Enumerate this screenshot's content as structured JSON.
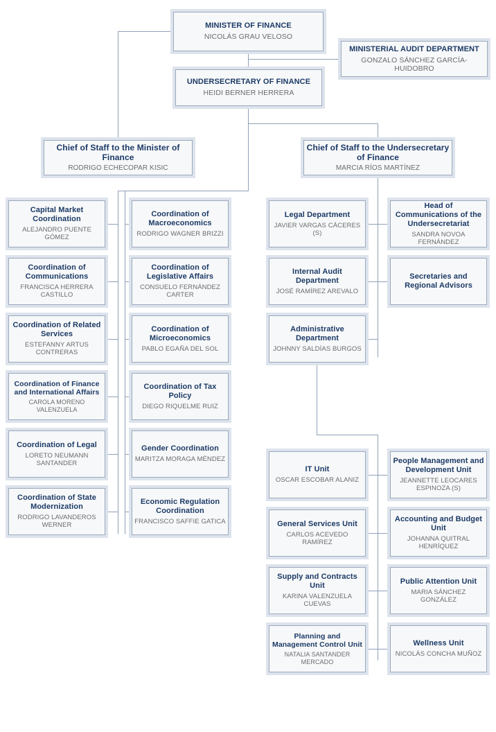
{
  "meta": {
    "document_kind": "organization-chart",
    "colors": {
      "box_fill": "#f7f8f9",
      "box_border": "#9aa9bd",
      "box_halo": "#dde3ec",
      "title_text": "#1b3a66",
      "person_text": "#6b6b6b",
      "connector": "#8fa0b8",
      "page_background": "#ffffff"
    }
  },
  "nodes": {
    "minister": {
      "title": "MINISTER OF FINANCE",
      "person": "NICOLÁS GRAU VELOSO"
    },
    "ministerial_audit": {
      "title": "MINISTERIAL AUDIT DEPARTMENT",
      "person": "GONZALO SÁNCHEZ GARCÍA-HUIDOBRO"
    },
    "undersecretary": {
      "title": "UNDERSECRETARY OF FINANCE",
      "person": "HEIDI BERNER HERRERA"
    },
    "chief_staff_minister": {
      "title": "Chief of Staff to the Minister of Finance",
      "person": "RODRIGO ECHECOPAR KISIC"
    },
    "chief_staff_undersecretary": {
      "title": "Chief of Staff to the Undersecretary of Finance",
      "person": "MARCIA RÍOS MARTÍNEZ"
    }
  },
  "column_left": [
    {
      "title": "Capital Market Coordination",
      "person": "ALEJANDRO PUENTE GÓMEZ"
    },
    {
      "title": "Coordination of Communications",
      "person": "FRANCISCA HERRERA CASTILLO"
    },
    {
      "title": "Coordination of Related Services",
      "person": "ESTEFANNY ARTUS CONTRERAS"
    },
    {
      "title": "Coordination of Finance and International Affairs",
      "person": "CAROLA MORENO VALENZUELA"
    },
    {
      "title": "Coordination of Legal",
      "person": "LORETO NEUMANN SANTANDER"
    },
    {
      "title": "Coordination of State Modernization",
      "person": "RODRIGO LAVANDEROS WERNER"
    }
  ],
  "column_left_inner": [
    {
      "title": "Coordination of Macroeconomics",
      "person": "RODRIGO WAGNER BRIZZI"
    },
    {
      "title": "Coordination of Legislative Affairs",
      "person": "CONSUELO FERNÁNDEZ CARTER"
    },
    {
      "title": "Coordination of Microeconomics",
      "person": "PABLO EGAÑA DEL SOL"
    },
    {
      "title": "Coordination of Tax Policy",
      "person": "DIEGO RIQUELME RUIZ"
    },
    {
      "title": "Gender Coordination",
      "person": "MARITZA MORAGA MÉNDEZ"
    },
    {
      "title": "Economic Regulation Coordination",
      "person": "FRANCISCO SAFFIE GATICA"
    }
  ],
  "column_right_inner": [
    {
      "title": "Legal Department",
      "person": "JAVIER VARGAS CÁCERES (S)"
    },
    {
      "title": "Internal Audit Department",
      "person": "JOSÉ RAMÍREZ AREVALO"
    },
    {
      "title": "Administrative Department",
      "person": "JOHNNY SALDÍAS BURGOS"
    }
  ],
  "column_right_outer": [
    {
      "title": "Head of Communications of the Undersecretariat",
      "person": "SANDRA NOVOA FERNÁNDEZ"
    },
    {
      "title": "Secretaries and Regional Advisors",
      "person": ""
    }
  ],
  "units_left": [
    {
      "title": "IT Unit",
      "person": "OSCAR ESCOBAR ALANIZ"
    },
    {
      "title": "General Services Unit",
      "person": "CARLOS ACEVEDO RAMÍREZ"
    },
    {
      "title": "Supply and Contracts Unit",
      "person": "KARINA VALENZUELA CUEVAS"
    },
    {
      "title": "Planning and Management Control Unit",
      "person": "NATALIA SANTANDER MERCADO"
    }
  ],
  "units_right": [
    {
      "title": "People Management and Development Unit",
      "person": "JEANNETTE LEOCARES ESPINOZA (S)"
    },
    {
      "title": "Accounting and Budget Unit",
      "person": "JOHANNA QUITRAL HENRÍQUEZ"
    },
    {
      "title": "Public Attention Unit",
      "person": "MARIA SÁNCHEZ GONZÁLEZ"
    },
    {
      "title": "Wellness Unit",
      "person": "NICOLÁS CONCHA MUÑOZ"
    }
  ]
}
